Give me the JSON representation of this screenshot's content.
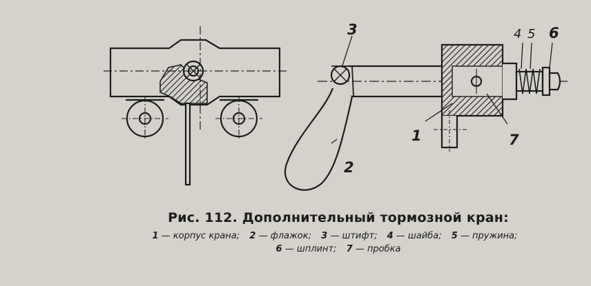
{
  "figure": {
    "callouts": {
      "c1": "1",
      "c2": "2",
      "c3": "3",
      "c4": "4",
      "c5": "5",
      "c6": "6",
      "c7": "7"
    }
  },
  "caption": {
    "title": "Рис. 112. Дополнительный тормозной кран:",
    "legend": [
      {
        "num": "1",
        "text": "— корпус крана;"
      },
      {
        "num": "2",
        "text": "— флажок;"
      },
      {
        "num": "3",
        "text": "— штифт;"
      },
      {
        "num": "4",
        "text": "— шайба;"
      },
      {
        "num": "5",
        "text": "— пружина;"
      },
      {
        "num": "6",
        "text": "— шплинт;"
      },
      {
        "num": "7",
        "text": "— пробка"
      }
    ]
  },
  "colors": {
    "ink": "#1c1c1c",
    "paper": "#d4d2cb"
  }
}
